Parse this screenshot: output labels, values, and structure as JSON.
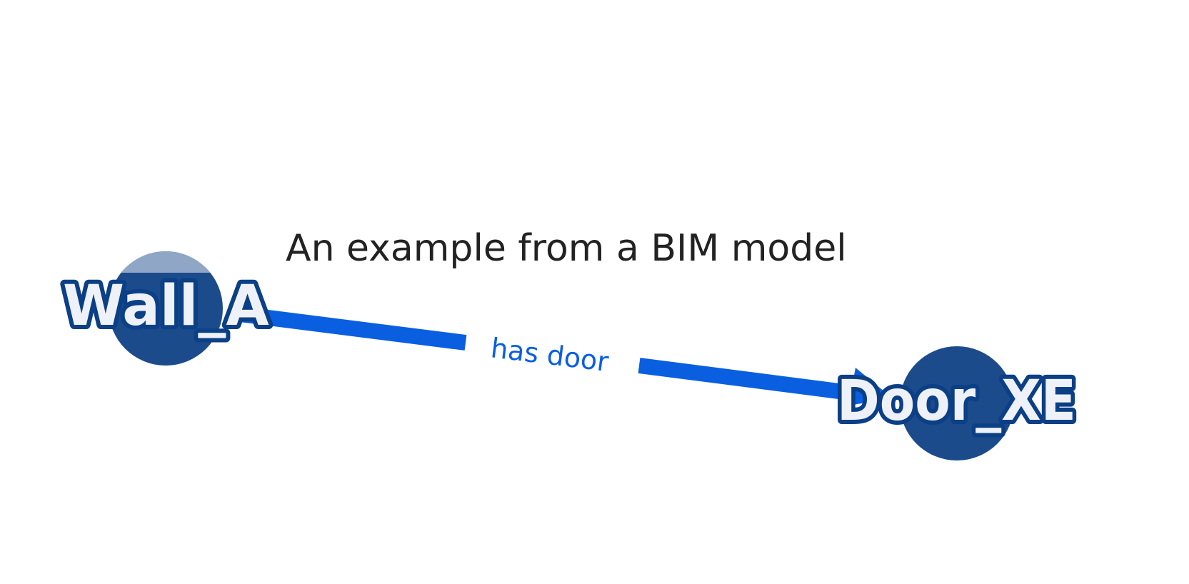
{
  "title": "An example from a BIM model",
  "colors": {
    "node_fill": "#1c4b8c",
    "node_highlight": "#8fa6c6",
    "edge": "#0a5fe0",
    "label_outline": "#0b3f86"
  },
  "nodes": [
    {
      "id": "wall",
      "label": "Wall_A"
    },
    {
      "id": "door",
      "label": "Door_XE"
    }
  ],
  "edges": [
    {
      "from": "wall",
      "to": "door",
      "label": "has door",
      "directed": true
    }
  ]
}
